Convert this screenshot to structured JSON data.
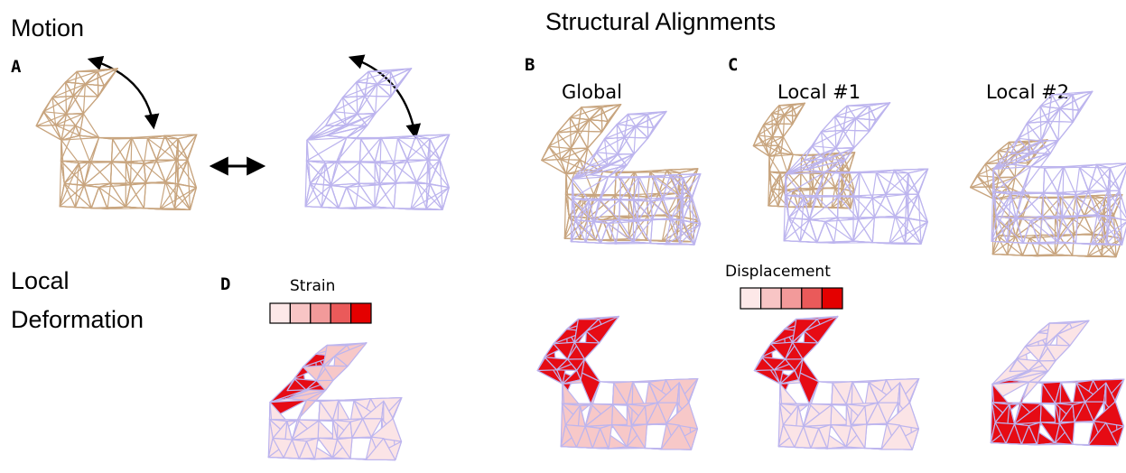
{
  "headings": {
    "motion": "Motion",
    "structural_alignments": "Structural Alignments",
    "local_line1": "Local",
    "local_line2": "Deformation"
  },
  "panels": {
    "a": "A",
    "b": "B",
    "c": "C",
    "d": "D"
  },
  "column_titles": {
    "global": "Global",
    "local1": "Local #1",
    "local2": "Local #2"
  },
  "scales": {
    "strain_label": "Strain",
    "displacement_label": "Displacement",
    "swatch_colors": [
      "#fde8e8",
      "#f8c5c5",
      "#f29a9a",
      "#ea5a5a",
      "#e40000"
    ]
  },
  "colors": {
    "mesh_tan": "#c8a57f",
    "mesh_lavender": "#bdb5ee",
    "fill_pale": "#fbe4e6",
    "fill_light": "#f7c8c8",
    "fill_mid": "#ef9090",
    "fill_red": "#e60b14"
  }
}
